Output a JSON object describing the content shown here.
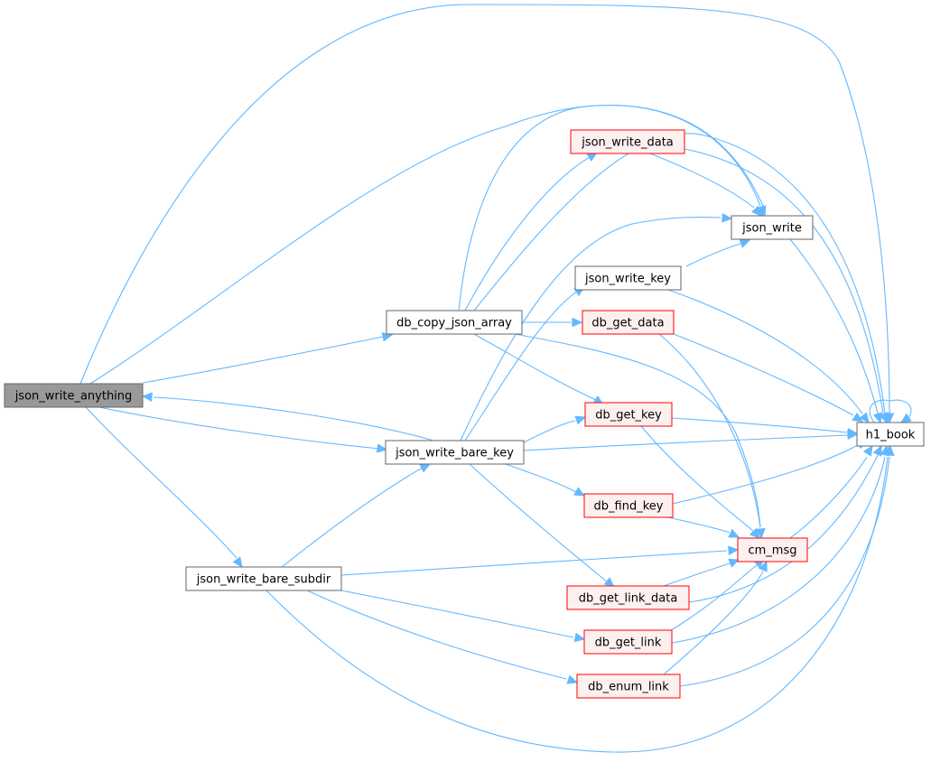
{
  "colors": {
    "edge": "#63b8ff",
    "root_fill": "#999999",
    "root_border": "#666666",
    "plain_fill": "#ffffff",
    "plain_border": "#666666",
    "red_fill": "#fff0f0",
    "red_border": "#ff0000"
  },
  "nodes": {
    "json_write_anything": {
      "label": "json_write_anything",
      "style": "root"
    },
    "db_copy_json_array": {
      "label": "db_copy_json_array",
      "style": "plain"
    },
    "json_write_bare_key": {
      "label": "json_write_bare_key",
      "style": "plain"
    },
    "json_write_bare_subdir": {
      "label": "json_write_bare_subdir",
      "style": "plain"
    },
    "json_write_data": {
      "label": "json_write_data",
      "style": "red"
    },
    "json_write": {
      "label": "json_write",
      "style": "plain"
    },
    "json_write_key": {
      "label": "json_write_key",
      "style": "plain"
    },
    "db_get_data": {
      "label": "db_get_data",
      "style": "red"
    },
    "db_get_key": {
      "label": "db_get_key",
      "style": "red"
    },
    "db_find_key": {
      "label": "db_find_key",
      "style": "red"
    },
    "db_get_link_data": {
      "label": "db_get_link_data",
      "style": "red"
    },
    "db_get_link": {
      "label": "db_get_link",
      "style": "red"
    },
    "db_enum_link": {
      "label": "db_enum_link",
      "style": "red"
    },
    "cm_msg": {
      "label": "cm_msg",
      "style": "red"
    },
    "h1_book": {
      "label": "h1_book",
      "style": "plain"
    }
  },
  "edges": [
    [
      "json_write_anything",
      "h1_book"
    ],
    [
      "json_write_anything",
      "json_write"
    ],
    [
      "json_write_anything",
      "db_copy_json_array"
    ],
    [
      "json_write_anything",
      "json_write_bare_key"
    ],
    [
      "json_write_anything",
      "json_write_bare_subdir"
    ],
    [
      "db_copy_json_array",
      "json_write_data"
    ],
    [
      "db_copy_json_array",
      "json_write"
    ],
    [
      "db_copy_json_array",
      "db_get_data"
    ],
    [
      "db_copy_json_array",
      "db_get_key"
    ],
    [
      "db_copy_json_array",
      "cm_msg"
    ],
    [
      "db_copy_json_array",
      "h1_book"
    ],
    [
      "json_write_bare_key",
      "json_write_anything"
    ],
    [
      "json_write_bare_key",
      "json_write"
    ],
    [
      "json_write_bare_key",
      "json_write_key"
    ],
    [
      "json_write_bare_key",
      "db_get_key"
    ],
    [
      "json_write_bare_key",
      "db_find_key"
    ],
    [
      "json_write_bare_key",
      "db_get_link_data"
    ],
    [
      "json_write_bare_key",
      "h1_book"
    ],
    [
      "json_write_bare_subdir",
      "json_write_bare_key"
    ],
    [
      "json_write_bare_subdir",
      "cm_msg"
    ],
    [
      "json_write_bare_subdir",
      "db_get_link"
    ],
    [
      "json_write_bare_subdir",
      "db_enum_link"
    ],
    [
      "json_write_bare_subdir",
      "h1_book"
    ],
    [
      "json_write_data",
      "json_write"
    ],
    [
      "json_write_data",
      "h1_book"
    ],
    [
      "json_write_key",
      "json_write"
    ],
    [
      "json_write_key",
      "h1_book"
    ],
    [
      "json_write",
      "h1_book"
    ],
    [
      "db_get_data",
      "cm_msg"
    ],
    [
      "db_get_data",
      "h1_book"
    ],
    [
      "db_get_key",
      "cm_msg"
    ],
    [
      "db_get_key",
      "h1_book"
    ],
    [
      "db_find_key",
      "cm_msg"
    ],
    [
      "db_find_key",
      "h1_book"
    ],
    [
      "db_get_link_data",
      "cm_msg"
    ],
    [
      "db_get_link_data",
      "h1_book"
    ],
    [
      "db_get_link",
      "cm_msg"
    ],
    [
      "db_get_link",
      "h1_book"
    ],
    [
      "db_enum_link",
      "cm_msg"
    ],
    [
      "db_enum_link",
      "h1_book"
    ],
    [
      "cm_msg",
      "h1_book"
    ],
    [
      "h1_book",
      "h1_book"
    ]
  ]
}
